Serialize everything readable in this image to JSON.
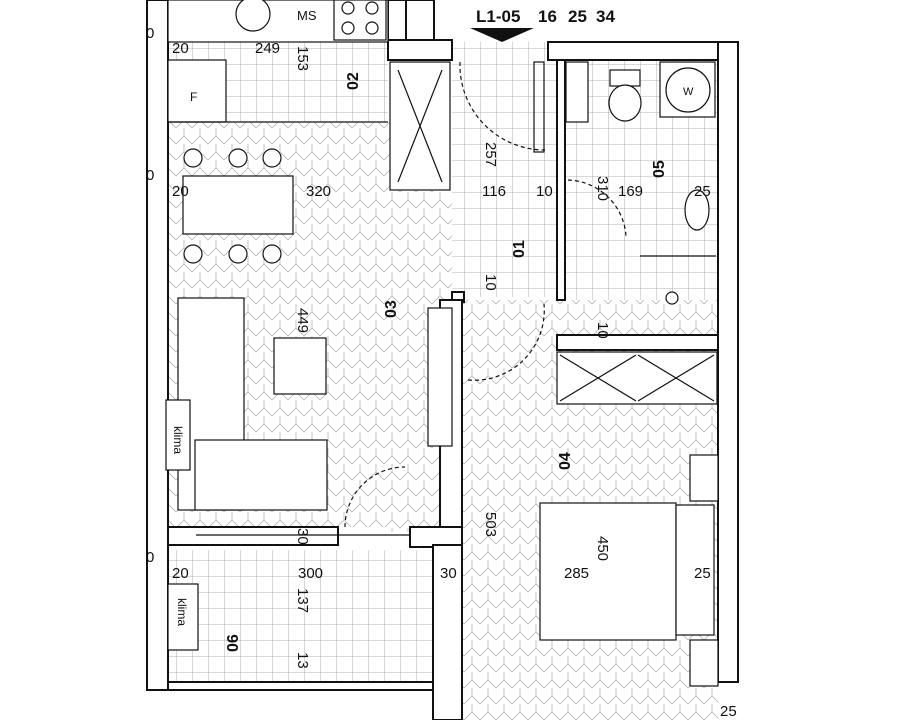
{
  "plan": {
    "unit_id": "L1-05",
    "unit_extra": [
      "16",
      "25",
      "34"
    ]
  },
  "rooms": [
    "01",
    "02",
    "03",
    "04",
    "05",
    "06"
  ],
  "fixtures": {
    "microwave": "MS",
    "fridge": "F",
    "ac_living": "klima",
    "ac_terrace": "klima",
    "washer": "W"
  },
  "dimensions": {
    "d0a": "0",
    "d0b": "0",
    "d0c": "0",
    "d20a": "20",
    "d249": "249",
    "d153": "153",
    "d20b": "20",
    "d320": "320",
    "d449": "449",
    "d30a": "30",
    "d20c": "20",
    "d300": "300",
    "d137": "137",
    "d13": "13",
    "d257": "257",
    "d116": "116",
    "d10a": "10",
    "d310": "310",
    "d169": "169",
    "d25a": "25",
    "d10b": "10",
    "d10c": "10",
    "d503": "503",
    "d30b": "30",
    "d450": "450",
    "d285": "285",
    "d25b": "25",
    "d25c": "25"
  }
}
